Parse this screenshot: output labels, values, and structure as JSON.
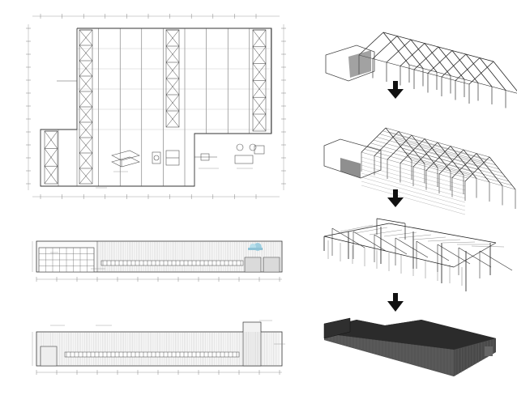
{
  "title": "",
  "panels": {
    "plan": {
      "type": "floor-plan"
    },
    "elevation_front": {
      "type": "elevation"
    },
    "elevation_side": {
      "type": "elevation"
    },
    "model_steps": [
      {
        "step": 1,
        "stage": "primary-frames"
      },
      {
        "step": 2,
        "stage": "secondary-framing"
      },
      {
        "step": 3,
        "stage": "full-structure"
      },
      {
        "step": 4,
        "stage": "cladding"
      }
    ]
  },
  "arrows": 3,
  "colors": {
    "line": "#333333",
    "cladding": "#2b2b2b",
    "background": "#ffffff"
  }
}
